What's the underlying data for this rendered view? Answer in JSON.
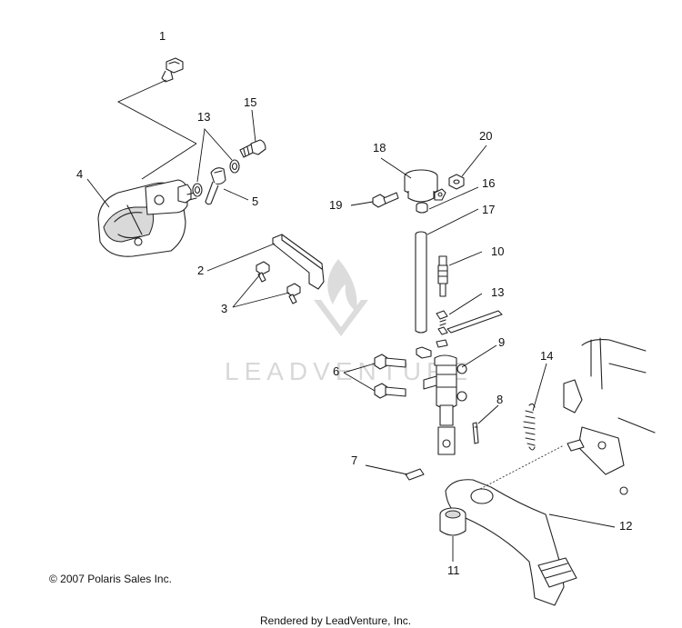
{
  "watermark": {
    "text": "LEADVENTURE"
  },
  "copyright": "© 2007 Polaris Sales Inc.",
  "footer": "Rendered by LeadVenture, Inc.",
  "callouts": {
    "c1": "1",
    "c2": "2",
    "c3": "3",
    "c4": "4",
    "c5": "5",
    "c6": "6",
    "c7": "7",
    "c8": "8",
    "c9": "9",
    "c10": "10",
    "c11": "11",
    "c12": "12",
    "c13a": "13",
    "c13b": "13",
    "c14": "14",
    "c15": "15",
    "c16": "16",
    "c17": "17",
    "c18": "18",
    "c19": "19",
    "c20": "20"
  }
}
